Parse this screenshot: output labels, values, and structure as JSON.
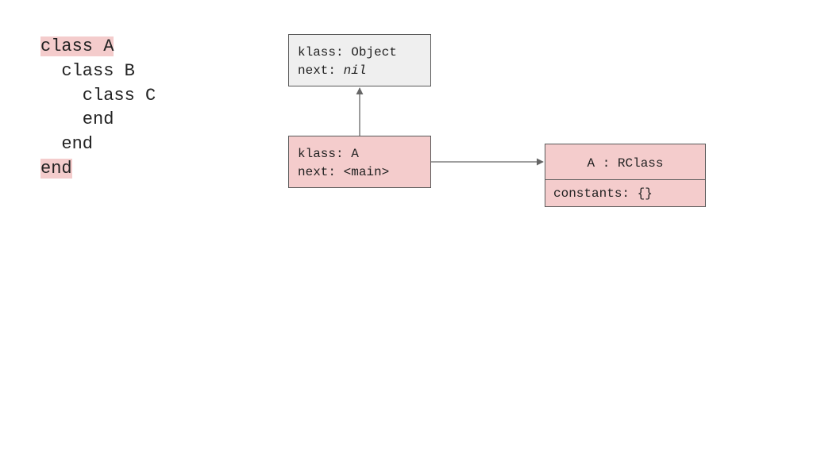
{
  "code": {
    "lines": [
      {
        "text": "class A",
        "highlighted": true
      },
      {
        "text": "  class B",
        "highlighted": false
      },
      {
        "text": "    class C",
        "highlighted": false
      },
      {
        "text": "    end",
        "highlighted": false
      },
      {
        "text": "  end",
        "highlighted": false
      },
      {
        "text": "end",
        "highlighted": true
      }
    ]
  },
  "frame_object": {
    "klass_label": "klass: ",
    "klass_value": "Object",
    "next_label": "next: ",
    "next_value": "nil"
  },
  "frame_a": {
    "klass_label": "klass: ",
    "klass_value": "A",
    "next_label": "next: ",
    "next_value": "<main>"
  },
  "rclass": {
    "title": "A : RClass",
    "body": "constants: {}"
  },
  "colors": {
    "highlight": "#f4cccc",
    "object_fill": "#efefef",
    "border": "#595959",
    "arrow": "#666666"
  }
}
